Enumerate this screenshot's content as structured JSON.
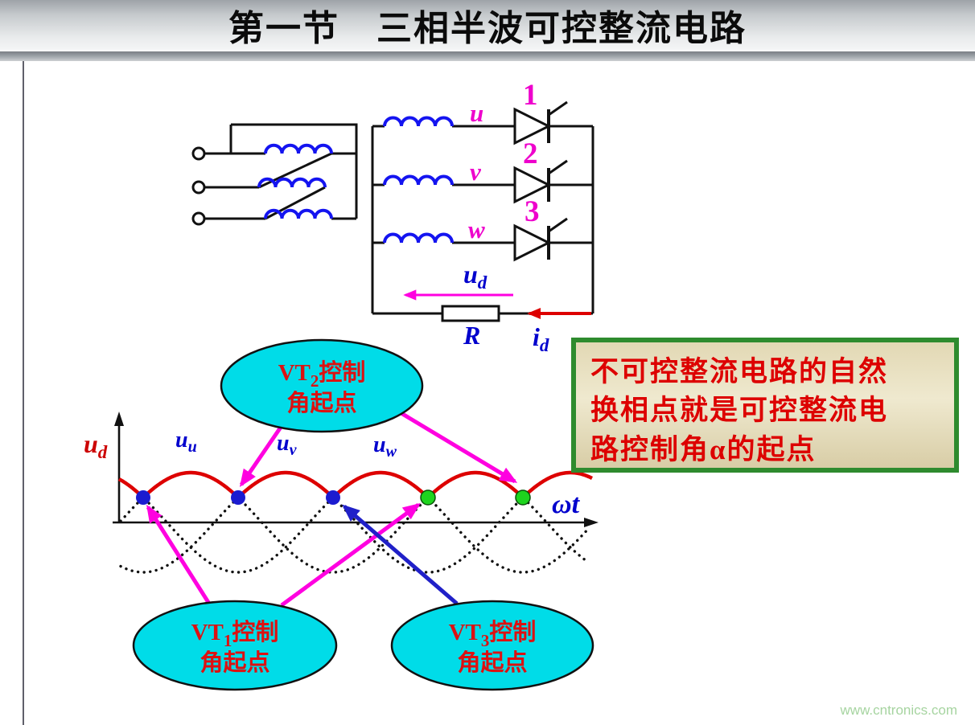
{
  "title": "第一节　三相半波可控整流电路",
  "circuit": {
    "phases": [
      {
        "label": "u",
        "num": "1"
      },
      {
        "label": "v",
        "num": "2"
      },
      {
        "label": "w",
        "num": "3"
      }
    ],
    "ud_label": {
      "base": "u",
      "sub": "d"
    },
    "r_label": "R",
    "id_label": {
      "base": "i",
      "sub": "d"
    }
  },
  "waveform": {
    "y_axis_label": {
      "base": "u",
      "sub": "d"
    },
    "x_axis_label": "ωt",
    "curve_labels": [
      {
        "base": "u",
        "sub": "u"
      },
      {
        "base": "u",
        "sub": "v"
      },
      {
        "base": "u",
        "sub": "w"
      }
    ]
  },
  "callouts": [
    {
      "pre": "VT",
      "sub": "2",
      "post": "控制",
      "line2": "角起点"
    },
    {
      "pre": "VT",
      "sub": "1",
      "post": "控制",
      "line2": "角起点"
    },
    {
      "pre": "VT",
      "sub": "3",
      "post": "控制",
      "line2": "角起点"
    }
  ],
  "note": {
    "lines": [
      "不可控整流电路的自然",
      "换相点就是可控整流电",
      "路控制角α的起点"
    ]
  },
  "watermark": "www.cntronics.com",
  "colors": {
    "phase_label": "#ee00cc",
    "arrow_magenta": "#ff00e0",
    "arrow_blue": "#2020c8",
    "wave_red": "#dd0000",
    "coil_blue": "#1414f0",
    "callout_fill": "#00dce8",
    "callout_text": "#dd1111",
    "note_border": "#2e8b2e",
    "note_text": "#dd0000",
    "dot_blue": "#1b1bd0",
    "dot_green": "#1ed41e"
  }
}
